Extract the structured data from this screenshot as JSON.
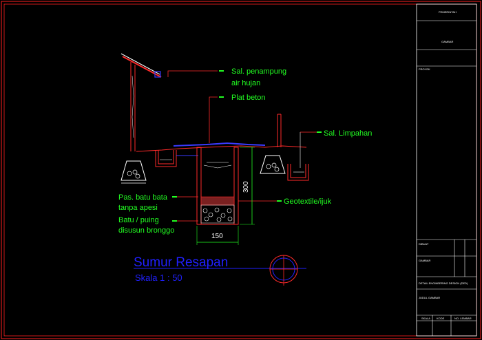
{
  "drawing": {
    "title": "Sumur Resapan",
    "scale": "Skala    1 : 50",
    "labels": {
      "sal_penampung_1": "Sal. penampung",
      "sal_penampung_2": "air hujan",
      "plat_beton": "Plat beton",
      "sal_limpahan": "Sal. Limpahan",
      "geotextile": "Geotextile/ijuk",
      "pas_batu_1": "Pas. batu bata",
      "pas_batu_2": "tanpa apesi",
      "batu_puing_1": "Batu / puing",
      "batu_puing_2": "disusun bronggo"
    },
    "dimensions": {
      "width": "150",
      "height": "300"
    }
  },
  "title_block": {
    "pemberi": "PEMERINTAH",
    "judul": "GAMBAR",
    "proyek": "PROYEK",
    "dibuat": "DIBUAT",
    "gambar_kerja": "GAMBAR",
    "detail": "DETAIL ENGINEERING DESIGN (DED)",
    "nomor": "JUDUL GAMBAR",
    "skala": "SKALA",
    "kode": "KODE",
    "nomor_lembar": "NO. LEMBAR"
  },
  "colors": {
    "background": "#000000",
    "frame": "#ff2020",
    "label": "#22ff22",
    "leader": "#ff2020",
    "title_blue": "#2020ff",
    "structure": "#ff2a2a",
    "pipe": "#ff2a2a",
    "white": "#ffffff"
  }
}
